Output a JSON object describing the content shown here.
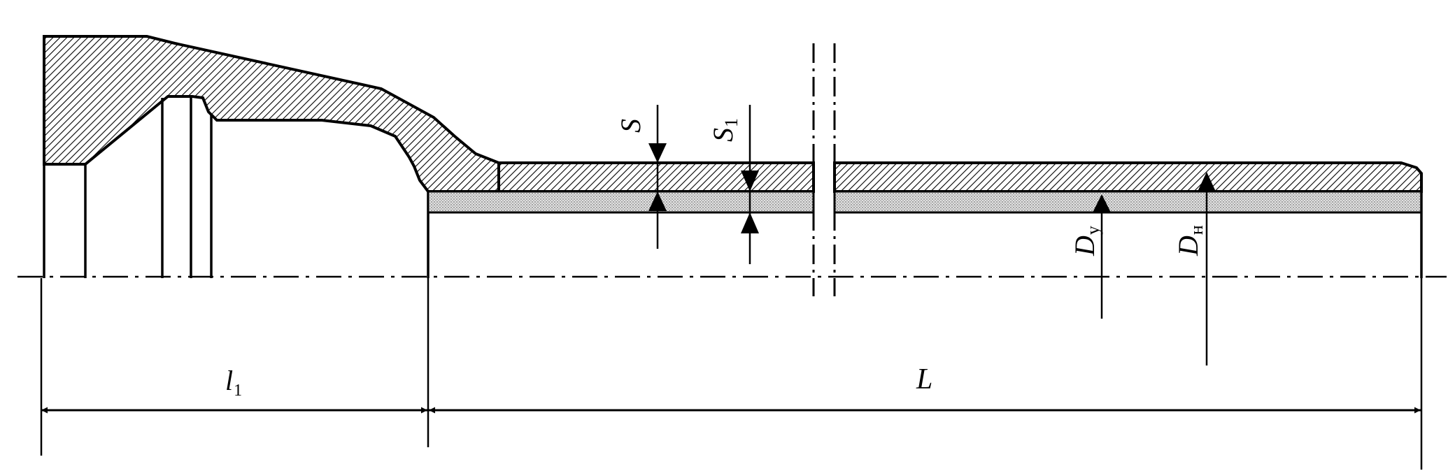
{
  "labels": {
    "s_main": "S",
    "s1_main": "S",
    "s1_sub": "1",
    "dy_main": "D",
    "dy_sub": "y",
    "dn_main": "D",
    "dn_sub": "н",
    "l1_main": "l",
    "l1_sub": "1",
    "L": "L"
  },
  "colors": {
    "line": "#000000",
    "background": "#ffffff",
    "lining_fill": "#d9d9d9"
  }
}
